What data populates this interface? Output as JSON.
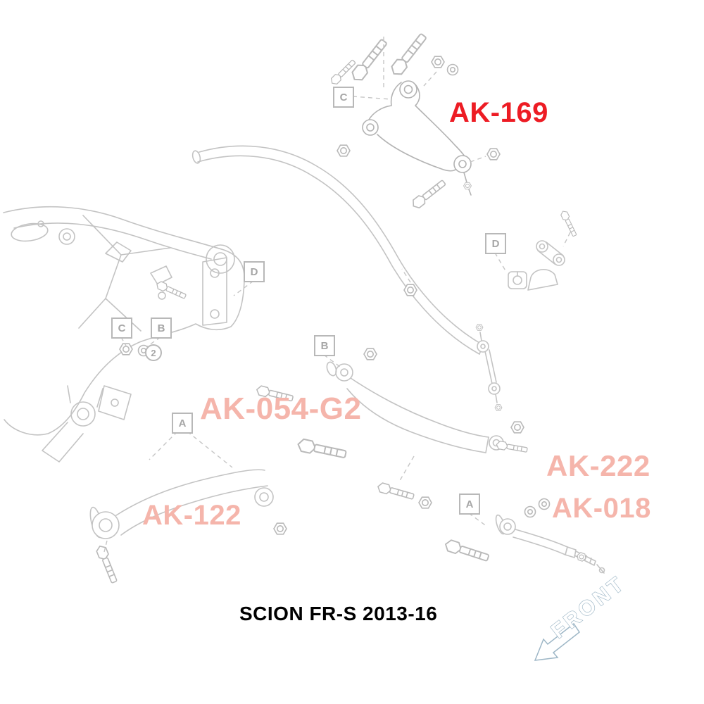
{
  "title": "SCION FR-S 2013-16",
  "colors": {
    "highlight_red": "#ed1c24",
    "faded_pink": "#f5b5ab",
    "line_gray": "#c3c3c3",
    "front_outline_blue": "#9db6c6"
  },
  "part_labels": {
    "ak169": {
      "text": "AK-169"
    },
    "ak054g2": {
      "text": "AK-054-G2"
    },
    "ak122": {
      "text": "AK-122"
    },
    "ak222": {
      "text": "AK-222"
    },
    "ak018": {
      "text": "AK-018"
    }
  },
  "callouts": [
    {
      "letter": "C"
    },
    {
      "letter": "D"
    },
    {
      "letter": "D"
    },
    {
      "letter": "C"
    },
    {
      "letter": "B"
    },
    {
      "letter": "B"
    },
    {
      "letter": "A"
    },
    {
      "letter": "A"
    }
  ],
  "circled_marker": {
    "text": "2"
  },
  "front_marker": {
    "text": "FRONT"
  }
}
